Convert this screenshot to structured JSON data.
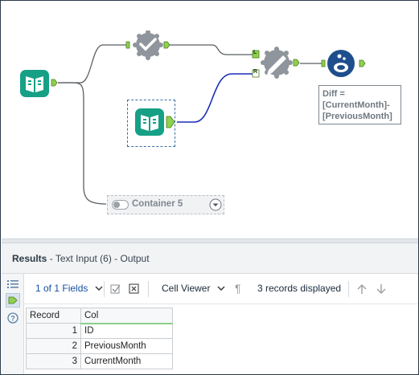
{
  "canvas": {
    "container": {
      "label": "Container 5"
    },
    "annotation": {
      "lines": [
        "Diff =",
        "[CurrentMonth]-",
        "[PreviousMonth]"
      ]
    },
    "anchors": {
      "left": "L",
      "right": "R"
    },
    "colors": {
      "input_teal": "#16a085",
      "tool_gray": "#8e959c",
      "browse_blue": "#1f4e8c",
      "anchor_green": "#8fd14f",
      "connection_gray": "#5a5f64",
      "connection_blue": "#1a2fb8"
    }
  },
  "results": {
    "title": "Results",
    "subtitle": "- Text Input (6) - Output",
    "toolbar": {
      "fields": "1 of 1 Fields",
      "viewer": "Cell Viewer",
      "records": "3 records displayed"
    },
    "table": {
      "headers": [
        "Record",
        "Col"
      ],
      "rows": [
        {
          "record": "1",
          "col": "ID"
        },
        {
          "record": "2",
          "col": "PreviousMonth"
        },
        {
          "record": "3",
          "col": "CurrentMonth"
        }
      ]
    }
  }
}
